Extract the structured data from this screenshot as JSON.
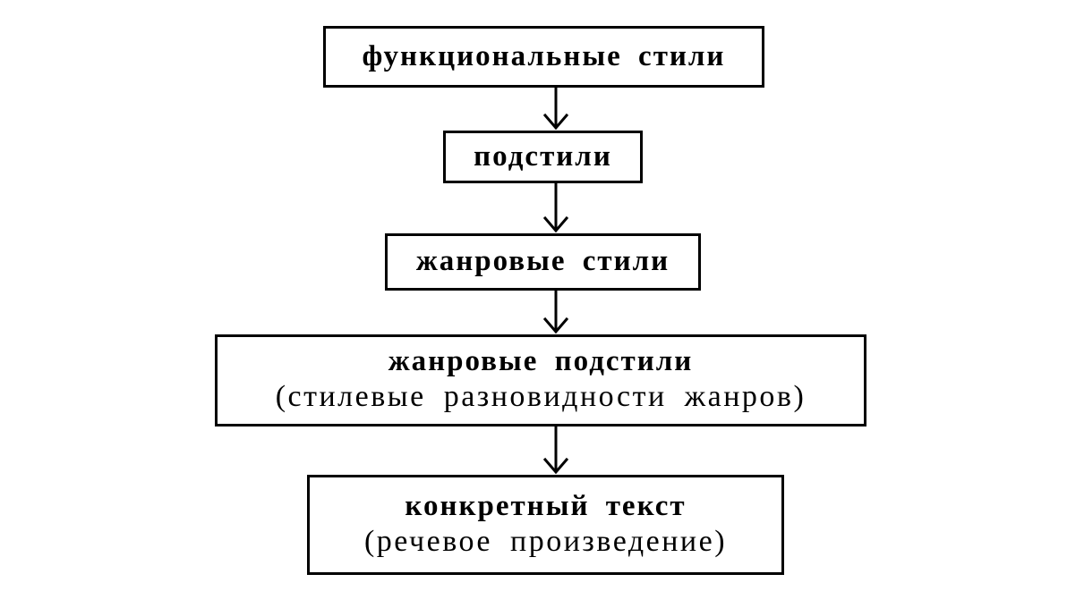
{
  "diagram": {
    "nodes": [
      {
        "id": "functional-styles",
        "main": "функциональные стили",
        "sub": ""
      },
      {
        "id": "substyles",
        "main": "подстили",
        "sub": ""
      },
      {
        "id": "genre-styles",
        "main": "жанровые стили",
        "sub": ""
      },
      {
        "id": "genre-substyles",
        "main": "жанровые подстили",
        "sub": "(стилевые разновидности жанров)"
      },
      {
        "id": "concrete-text",
        "main": "конкретный текст",
        "sub": "(речевое произведение)"
      }
    ],
    "edges": [
      {
        "from": "functional-styles",
        "to": "substyles"
      },
      {
        "from": "substyles",
        "to": "genre-styles"
      },
      {
        "from": "genre-styles",
        "to": "genre-substyles"
      },
      {
        "from": "genre-substyles",
        "to": "concrete-text"
      }
    ],
    "colors": {
      "line": "#000000",
      "background": "#ffffff"
    }
  }
}
